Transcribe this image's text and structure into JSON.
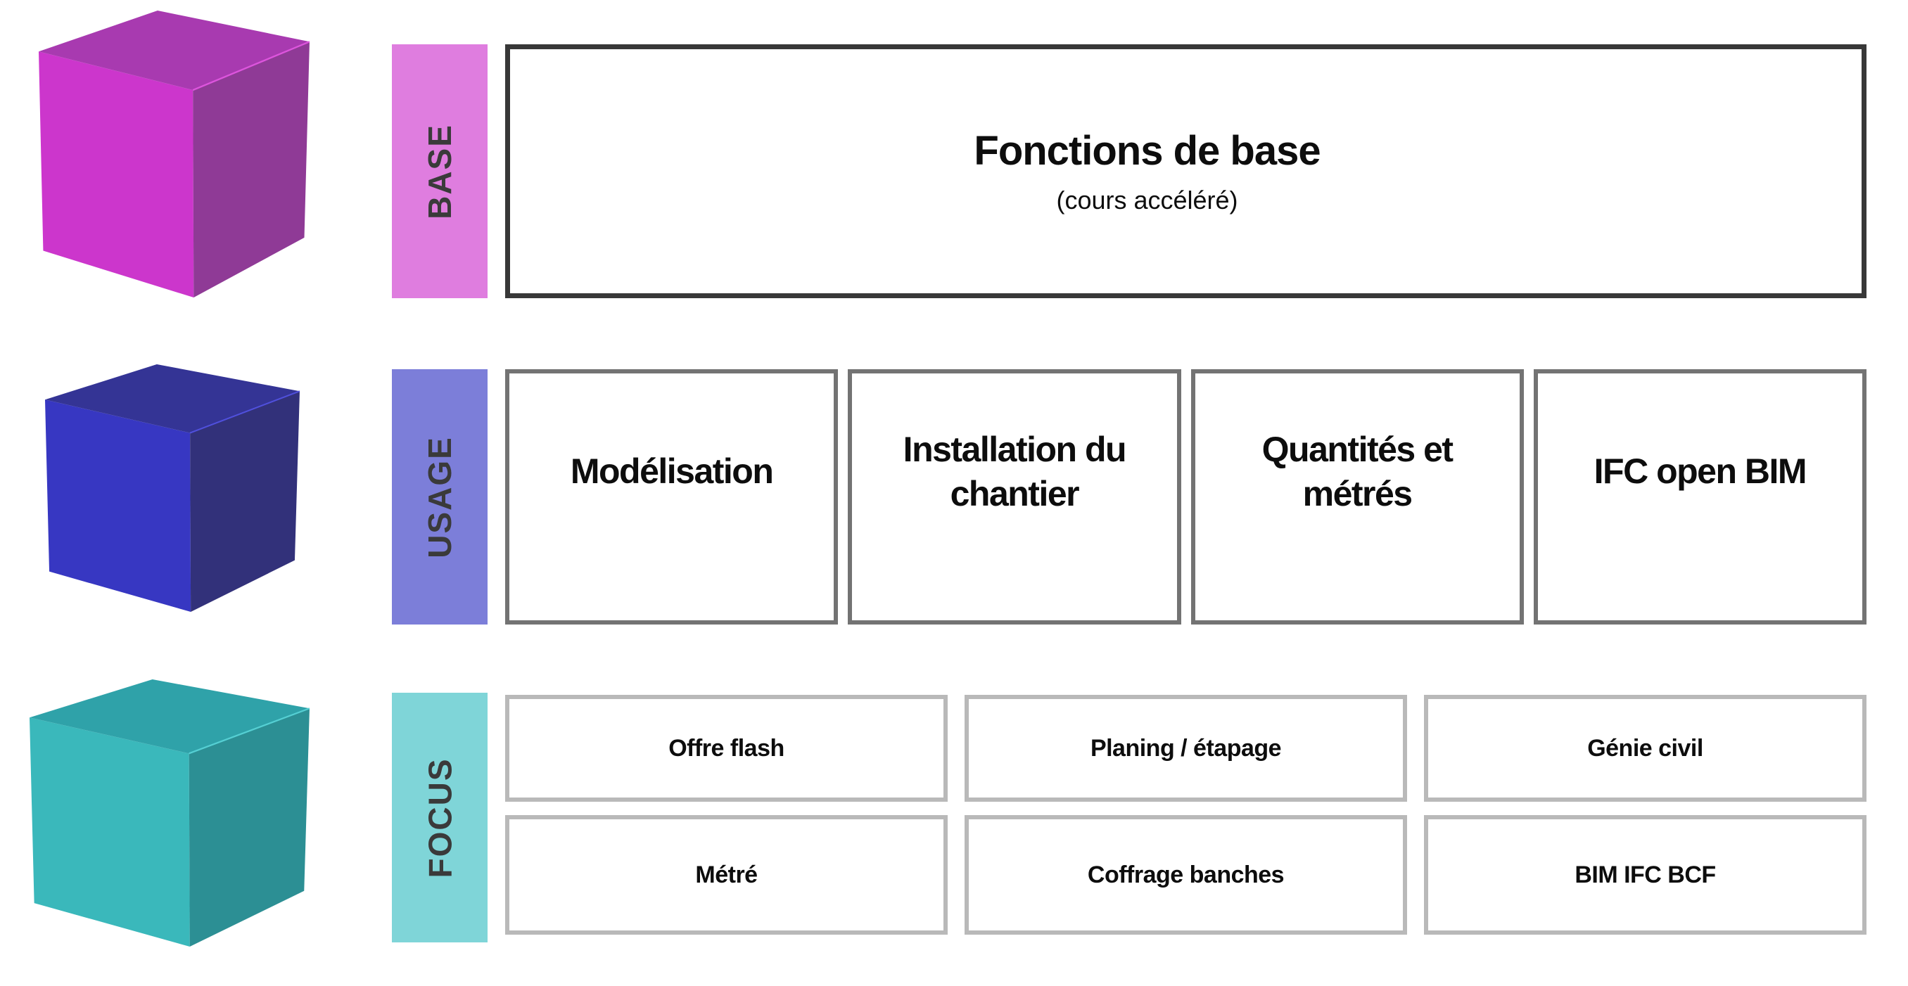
{
  "page": {
    "background": "#ffffff"
  },
  "rows": [
    {
      "id": "base",
      "label": "BASE",
      "label_bg": "#df7ddf",
      "label_color": "#3a3a3a",
      "box_border": "#383838",
      "cube": {
        "name": "magenta-cube",
        "front": "#cc36cc",
        "top": "#a83ab0",
        "right": "#8f3a96",
        "edge": "#dd55dd"
      },
      "boxes": [
        {
          "title": "Fonctions de base",
          "subtitle": "(cours accéléré)"
        }
      ]
    },
    {
      "id": "usage",
      "label": "USAGE",
      "label_bg": "#7c7ed9",
      "label_color": "#3a3a3a",
      "box_border": "#737373",
      "cube": {
        "name": "blue-cube",
        "front": "#3737c2",
        "top": "#343495",
        "right": "#32317a",
        "edge": "#5050dd"
      },
      "boxes": [
        {
          "title": "Modélisation"
        },
        {
          "title": "Installation du chantier"
        },
        {
          "title": "Quantités et métrés"
        },
        {
          "title": "IFC open BIM"
        }
      ]
    },
    {
      "id": "focus",
      "label": "FOCUS",
      "label_bg": "#7fd5d8",
      "label_color": "#3a3a3a",
      "box_border": "#b9b9b9",
      "cube": {
        "name": "teal-cube",
        "front": "#3ab8bb",
        "top": "#2fa2a9",
        "right": "#2c8f94",
        "edge": "#55cfd3"
      },
      "boxes_grid": [
        [
          {
            "title": "Offre flash"
          },
          {
            "title": "Planing / étapage"
          },
          {
            "title": "Génie civil"
          }
        ],
        [
          {
            "title": "Métré"
          },
          {
            "title": "Coffrage banches"
          },
          {
            "title": "BIM IFC BCF"
          }
        ]
      ]
    }
  ]
}
